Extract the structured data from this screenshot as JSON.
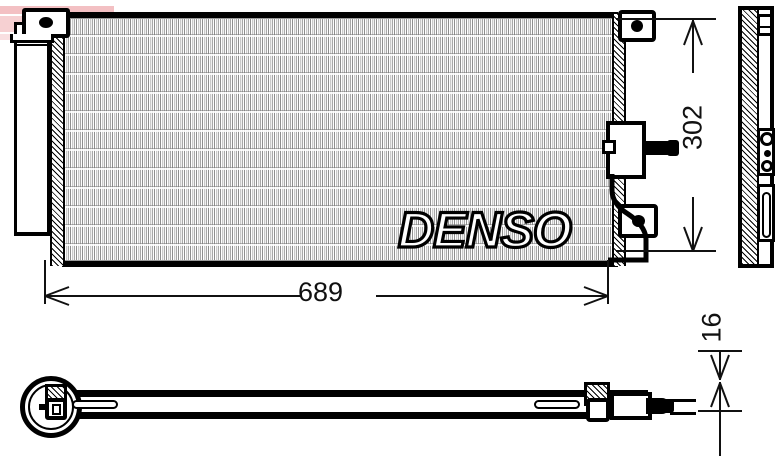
{
  "drawing": {
    "title": "Denso Air Conditioning Condenser Technical Drawing",
    "brand_logo_text": "DENSO",
    "brand_color": "#000000",
    "watermark_color": "#d8323c"
  },
  "dimensions": {
    "width": {
      "value": "689",
      "orientation": "horizontal",
      "view": "front"
    },
    "height": {
      "value": "302",
      "orientation": "vertical",
      "view": "front"
    },
    "depth": {
      "value": "16",
      "orientation": "vertical",
      "view": "bottom"
    }
  },
  "views": {
    "front": {
      "name": "front-view"
    },
    "side": {
      "name": "side-view"
    },
    "bottom": {
      "name": "bottom-view"
    }
  }
}
